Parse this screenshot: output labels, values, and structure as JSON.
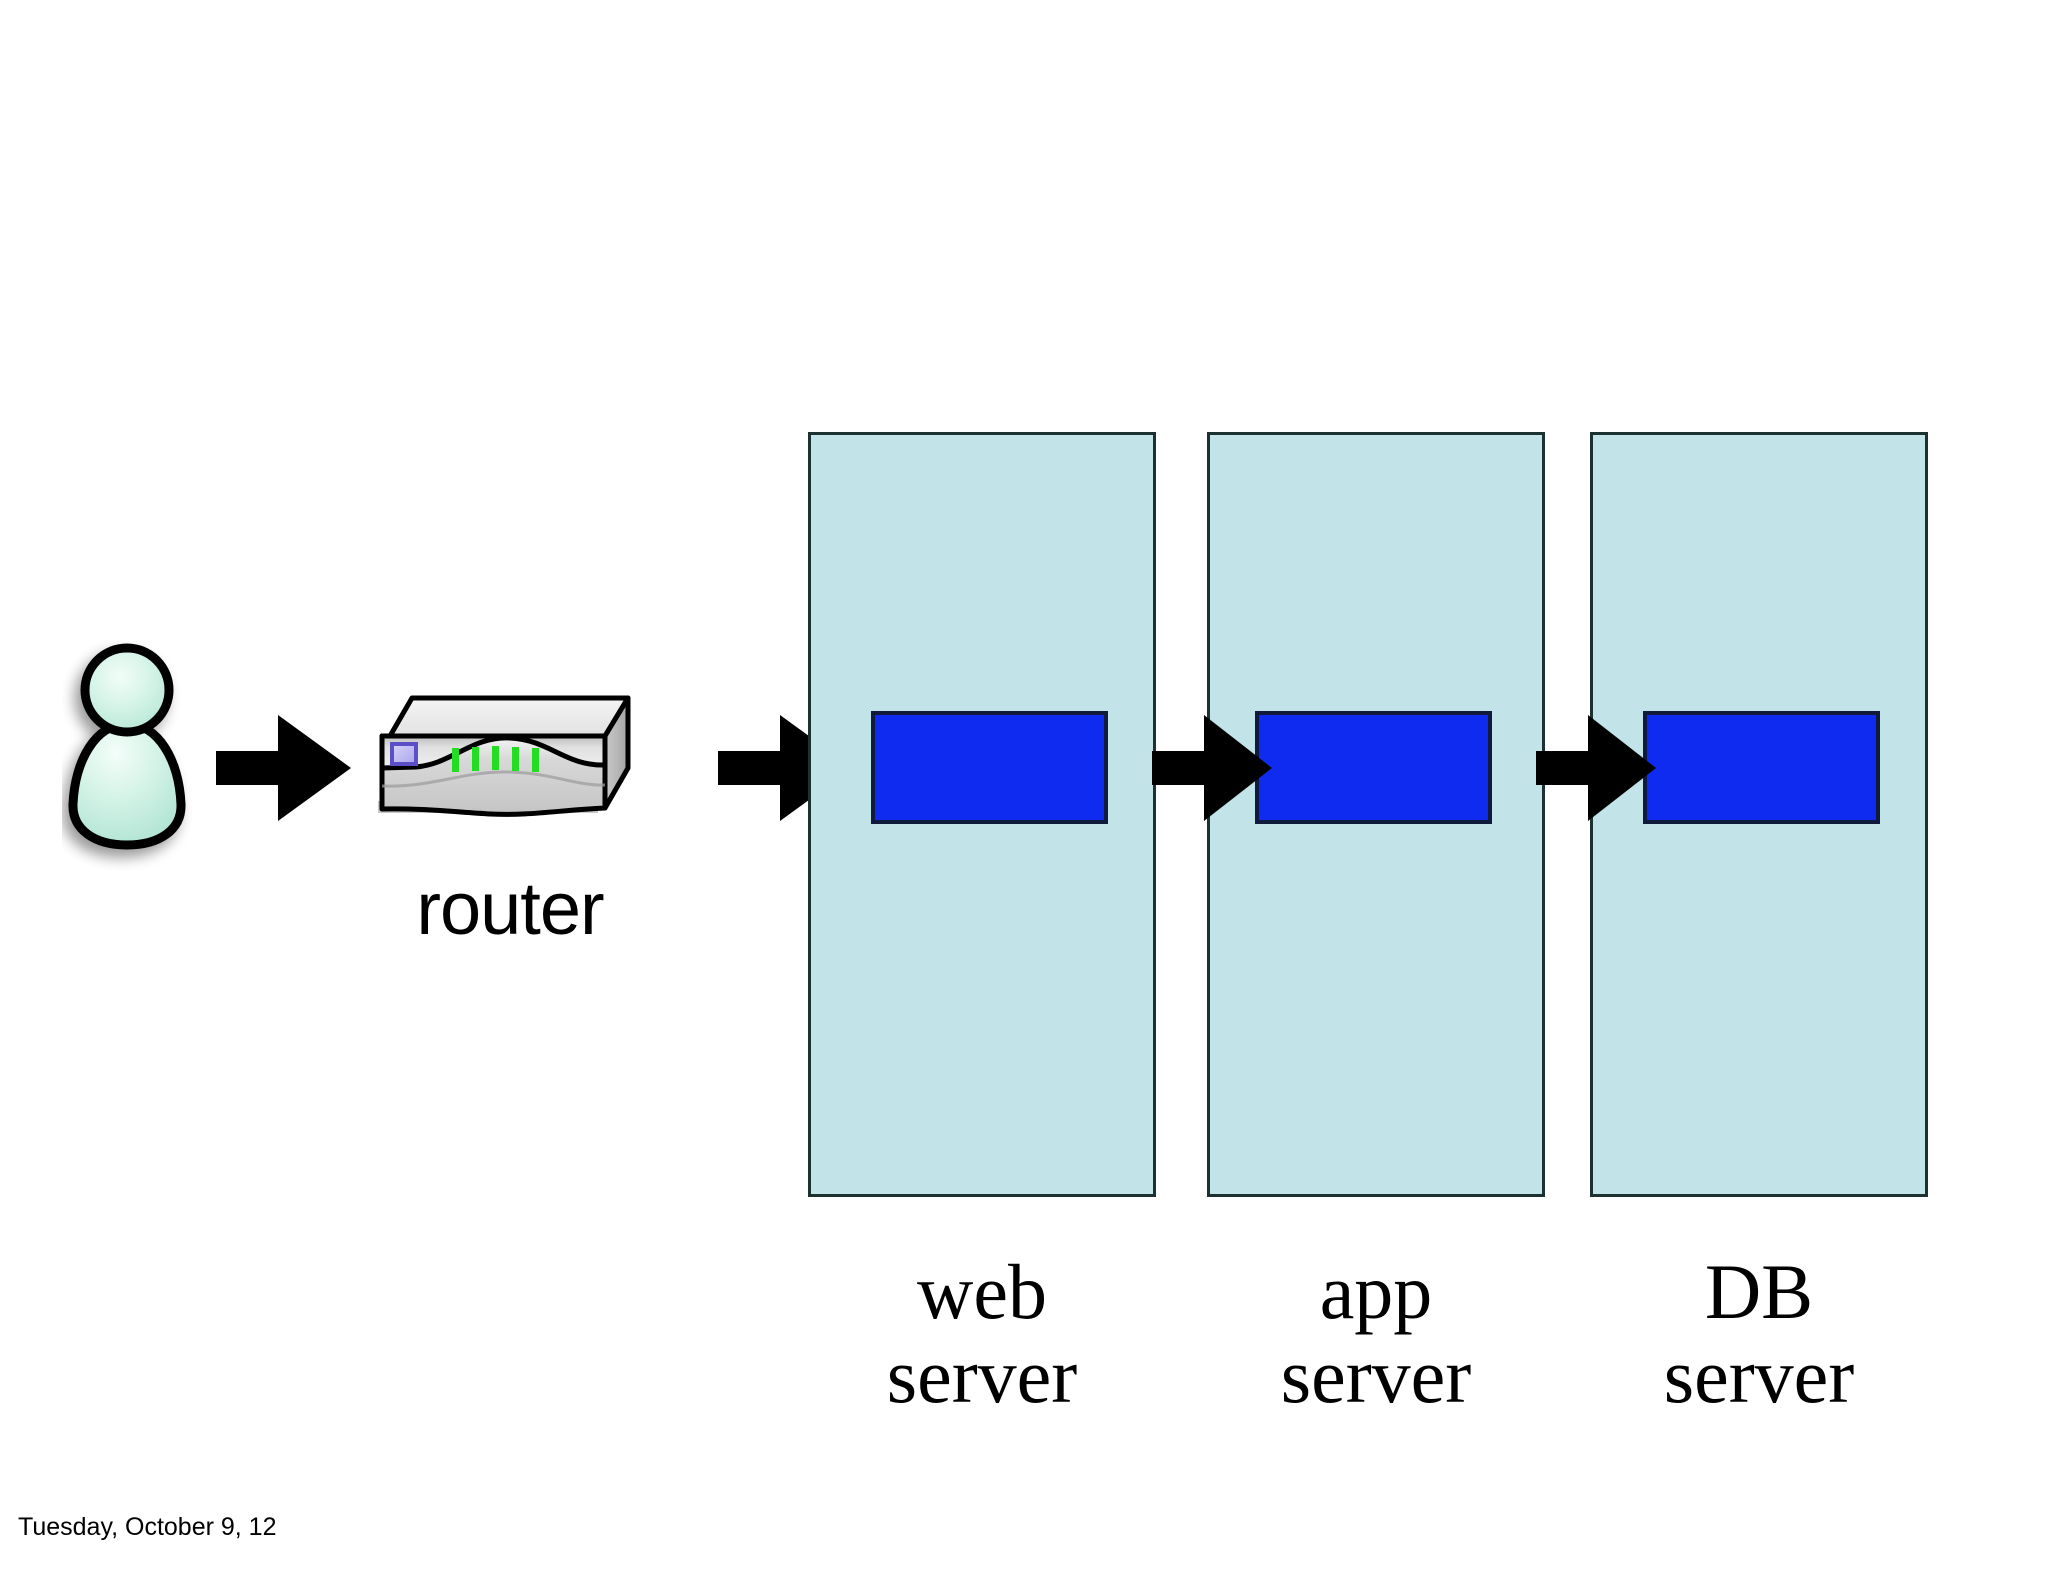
{
  "slide": {
    "background_color": "#ffffff",
    "footer_date": "Tuesday, October 9, 12"
  },
  "diagram": {
    "title": "",
    "type": "network-flow",
    "nodes": [
      {
        "id": "user",
        "icon": "person-icon",
        "label": "",
        "fill_color": "#c6efe0",
        "outline_color": "#000000"
      },
      {
        "id": "router",
        "icon": "router-icon",
        "label": "router",
        "led_color": "#22dd22",
        "led_count": 5,
        "lcd_color": "#b9b4ee",
        "body_color": "#e8e8e8"
      },
      {
        "id": "web-server",
        "icon": "server-panel-icon",
        "label_line1": "web",
        "label_line2": "server",
        "panel_color": "#c2e3e8",
        "panel_border_color": "#1d3230",
        "box_color": "#0f2bf0",
        "box_border_color": "#101a3a"
      },
      {
        "id": "app-server",
        "icon": "server-panel-icon",
        "label_line1": "app",
        "label_line2": "server",
        "panel_color": "#c2e3e8",
        "panel_border_color": "#1d3230",
        "box_color": "#0f2bf0",
        "box_border_color": "#101a3a"
      },
      {
        "id": "db-server",
        "icon": "server-panel-icon",
        "label_line1": "DB",
        "label_line2": "server",
        "panel_color": "#c2e3e8",
        "panel_border_color": "#1d3230",
        "box_color": "#0f2bf0",
        "box_border_color": "#101a3a"
      }
    ],
    "arrows": [
      {
        "id": "user-to-router",
        "from": "user",
        "to": "router",
        "color": "#000000",
        "direction": "right"
      },
      {
        "id": "router-to-web",
        "from": "router",
        "to": "web-server",
        "color": "#000000",
        "direction": "right"
      },
      {
        "id": "web-to-app",
        "from": "web-server",
        "to": "app-server",
        "color": "#000000",
        "direction": "right"
      },
      {
        "id": "app-to-db",
        "from": "app-server",
        "to": "db-server",
        "color": "#000000",
        "direction": "right"
      }
    ]
  }
}
